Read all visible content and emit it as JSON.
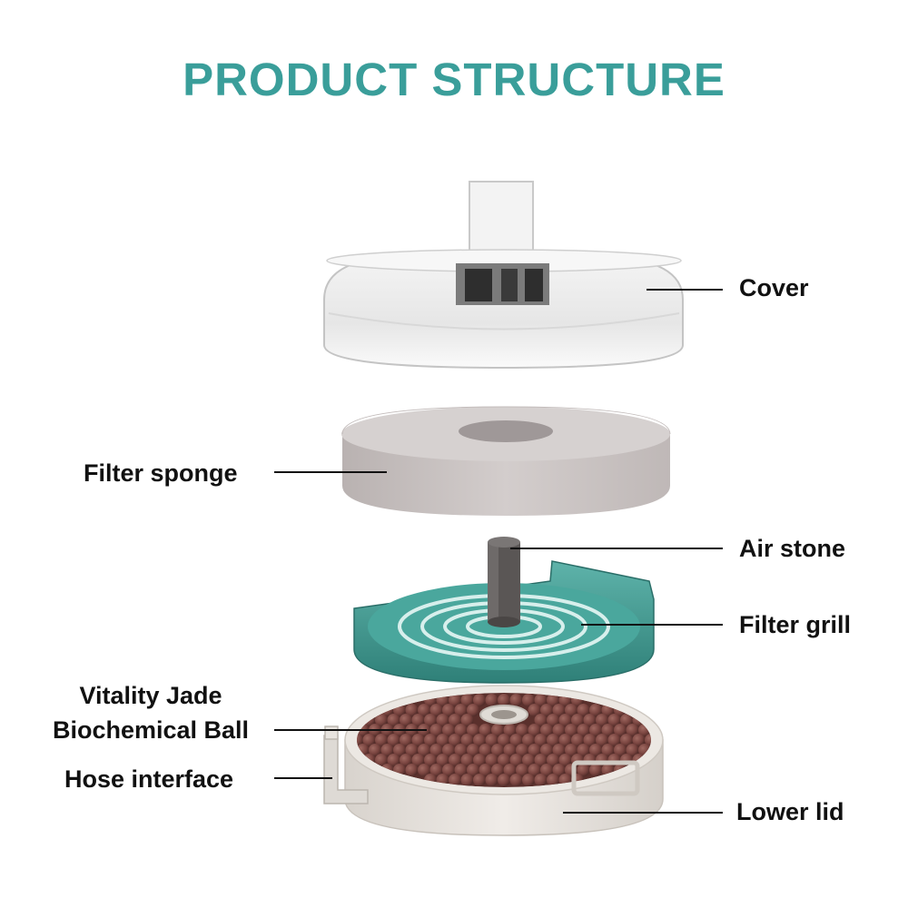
{
  "title": "PRODUCT STRUCTURE",
  "colors": {
    "title": "#3a9e9a",
    "label": "#111111",
    "grill": "#3f9b93",
    "sponge": "#c7c1c0",
    "ball": "#7a4540",
    "lid": "#e6e2dd",
    "air_stone": "#5a5655"
  },
  "labels": {
    "cover": "Cover",
    "filter_sponge": "Filter sponge",
    "air_stone": "Air stone",
    "filter_grill": "Filter grill",
    "ball_line1": "Vitality Jade",
    "ball_line2": "Biochemical Ball",
    "hose_interface": "Hose interface",
    "lower_lid": "Lower lid"
  }
}
